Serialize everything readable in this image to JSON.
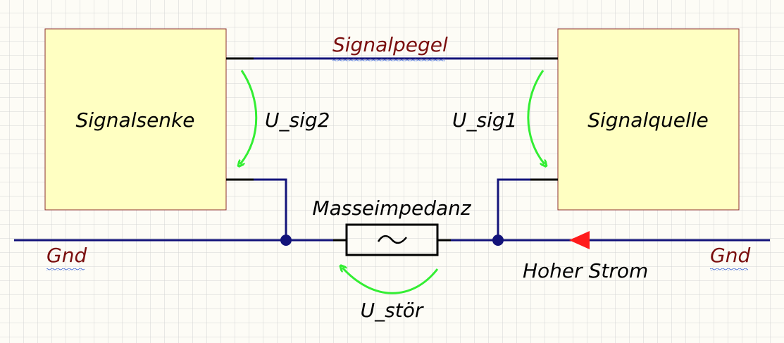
{
  "blocks": {
    "sink": {
      "label": "Signalsenke"
    },
    "source": {
      "label": "Signalquelle"
    }
  },
  "nets": {
    "signal": "Signalpegel",
    "gnd_left": "Gnd",
    "gnd_right": "Gnd"
  },
  "impedance": {
    "label": "Masseimpedanz",
    "symbol": "~"
  },
  "voltages": {
    "u_sig2": "U_sig2",
    "u_sig1": "U_sig1",
    "u_stoer": "U_stör"
  },
  "current": {
    "label": "Hoher Strom"
  },
  "colors": {
    "background": "#fdfcf6",
    "grid": "#d4d4d4",
    "block_fill": "#ffffc2",
    "block_stroke": "#8b2e2e",
    "wire": "#13137a",
    "port": "#000000",
    "net_label": "#7a0e0e",
    "arrow": "#33ee33",
    "current_arrow": "#ff1a1a",
    "text": "#000000"
  }
}
